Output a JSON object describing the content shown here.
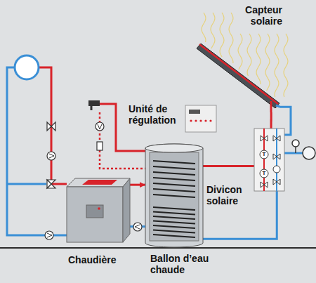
{
  "diagram": {
    "nodes": [
      {
        "text": [
          "Capteur solaire"
        ]
      },
      {
        "text": [
          "Unité de régulation"
        ]
      },
      {
        "text": [
          "Divicon solaire"
        ]
      },
      {
        "text": [
          "Chaudière"
        ]
      },
      {
        "text": [
          "Ballon d’eau chaude"
        ]
      }
    ],
    "edges": [
      {
        "from": 0,
        "to": 2,
        "arrow": "none"
      },
      {
        "from": 2,
        "to": 0,
        "arrow": "none"
      },
      {
        "from": 2,
        "to": 4,
        "arrow": "none"
      },
      {
        "from": 4,
        "to": 2,
        "arrow": "none"
      },
      {
        "from": 3,
        "to": 4,
        "arrow": "to"
      },
      {
        "from": 4,
        "to": 3,
        "arrow": "none"
      }
    ],
    "labels": [
      "T",
      "T"
    ]
  }
}
